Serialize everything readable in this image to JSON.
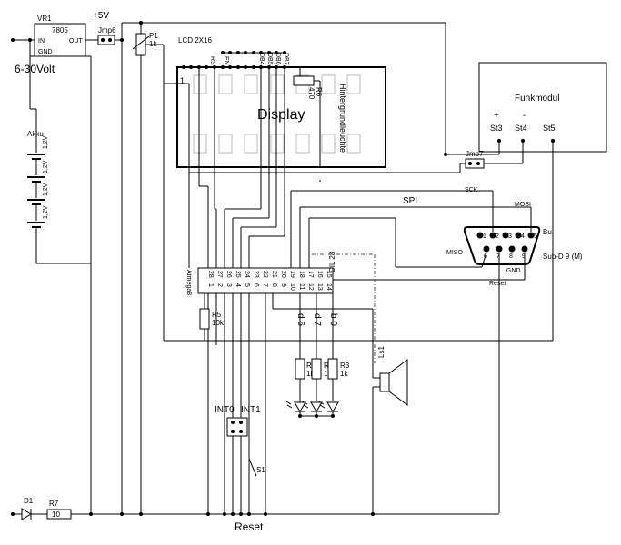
{
  "vr1": {
    "ref": "VR1",
    "part": "7805",
    "pin_in": "IN",
    "pin_out": "OUT",
    "pin_gnd": "GND"
  },
  "supply": {
    "plus5v": "+5V",
    "input_range": "6-30Volt"
  },
  "jmp6": {
    "label": "Jmp6"
  },
  "jmp7": {
    "label": "Jmp7"
  },
  "p1": {
    "ref": "P1",
    "value": "1k"
  },
  "lcd": {
    "label": "LCD 2X16",
    "screen_text": "Display",
    "backlight": "Hintergrundleuchte",
    "pin1": "1",
    "pin_labels": [
      "RS",
      "EN",
      "DB4",
      "DB5",
      "DB6",
      "DB7"
    ]
  },
  "r6": {
    "ref": "R6",
    "value": "470"
  },
  "akku": {
    "label": "Akku",
    "cells": [
      "1,2V",
      "1,2V",
      "1,2V",
      "1,2V"
    ]
  },
  "funk": {
    "title": "Funkmodul",
    "plus": "+",
    "minus": "-",
    "st3": "St3",
    "st4": "St4",
    "st5": "St5"
  },
  "spi": {
    "label": "SPI",
    "sck": "SCK",
    "mosi": "MOSI",
    "miso": "MISO",
    "reset": "Reset",
    "gnd": "GND"
  },
  "subd": {
    "bu": "Bu",
    "name": "Sub-D 9 (M)",
    "pins": [
      "1",
      "2",
      "3",
      "4",
      "5",
      "6",
      "7",
      "8",
      "9"
    ]
  },
  "mcu": {
    "name": "Atmega8",
    "package": "DIL 28",
    "top_pins": [
      "28",
      "27",
      "26",
      "25",
      "24",
      "23",
      "22",
      "21",
      "20",
      "19",
      "18",
      "17",
      "16",
      "15"
    ],
    "bottom_pins": [
      "1",
      "2",
      "3",
      "4",
      "5",
      "6",
      "7",
      "8",
      "9",
      "10",
      "11",
      "12",
      "13",
      "14"
    ]
  },
  "r5": {
    "ref": "R5",
    "value": "10k"
  },
  "leds": {
    "d6": "d 6",
    "d7": "d 7",
    "b0": "b 0"
  },
  "r4": {
    "ref": "R4",
    "value": "1k"
  },
  "r2": {
    "ref": "R",
    "value": "1k"
  },
  "r3": {
    "ref": "R3",
    "value": "1k"
  },
  "ls1": {
    "ref": "Ls1"
  },
  "int": {
    "int0": "INT0",
    "int1": "INT1"
  },
  "s1": {
    "ref": "S1"
  },
  "d1": {
    "ref": "D1"
  },
  "r7": {
    "ref": "R7",
    "value": "10"
  },
  "reset_label": "Reset"
}
